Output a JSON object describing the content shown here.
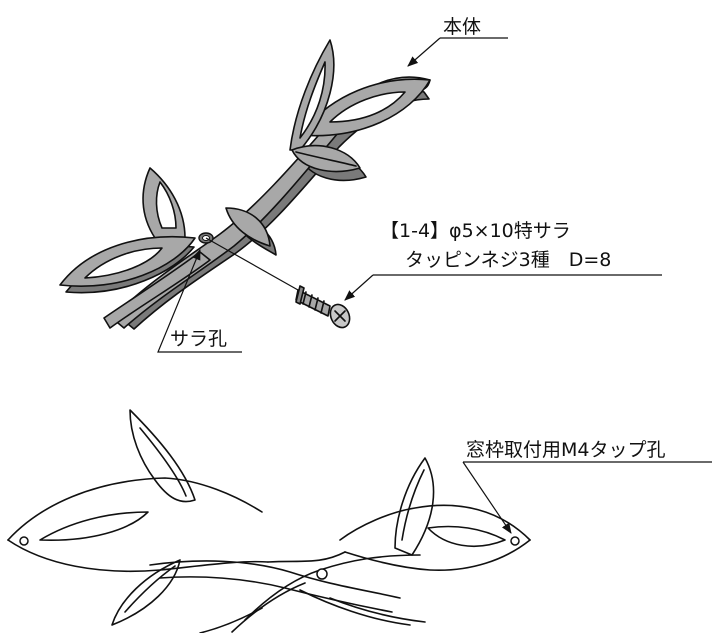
{
  "labels": {
    "body": "本体",
    "screw_line1": "【1-4】φ5×10特サラ",
    "screw_line2": "タッピンネジ3種　D=8",
    "countersunk_hole": "サラ孔",
    "mounting_hole": "窓枠取付用M4タップ孔"
  },
  "colors": {
    "part_fill": "#a8a8a8",
    "part_shadow": "#7a7a7a",
    "line": "#111111",
    "background": "#ffffff"
  }
}
